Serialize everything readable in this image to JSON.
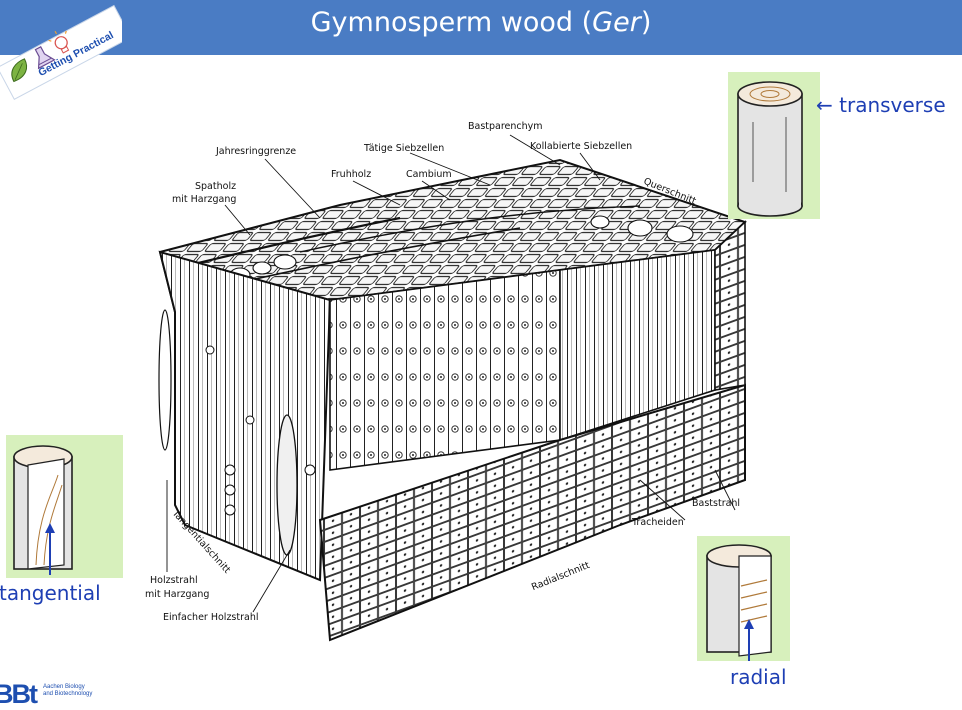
{
  "header": {
    "title_prefix": "Gymnosperm wood (",
    "title_italic": "Ger",
    "title_suffix": ")"
  },
  "logo": {
    "text": "Getting Practical",
    "icons": [
      "leaf-icon",
      "flask-icon",
      "lightbulb-icon"
    ]
  },
  "diagram": {
    "labels": {
      "bastparenchym": "Bastparenchym",
      "tatige_siebzellen": "Tätige Siebzellen",
      "kollabierte_siebzellen": "Kollabierte Siebzellen",
      "jahresringgrenze": "Jahresringgrenze",
      "fruhholz": "Fruhholz",
      "cambium": "Cambium",
      "spatholz": "Spatholz",
      "mit_harzgang_1": "mit Harzgang",
      "querschnitt": "Querschnitt",
      "tangentialschnitt": "Tangentialschnitt",
      "holzstrahl": "Holzstrahl",
      "mit_harzgang_2": "mit Harzgang",
      "einfacher_holzstrahl": "Einfacher Holzstrahl",
      "radialschnitt": "Radialschnitt",
      "tracheiden": "Tracheiden",
      "baststrahl": "Baststrahl"
    }
  },
  "insets": {
    "transverse": "transverse",
    "tangential": "tangential",
    "radial": "radial"
  },
  "footer": {
    "logo_mark": "BBt",
    "logo_line1": "Aachen Biology",
    "logo_line2": "and Biotechnology"
  },
  "colors": {
    "title_bar": "#4a7cc4",
    "inset_bg": "#d7f0bc",
    "inset_label": "#1e3fb4"
  }
}
